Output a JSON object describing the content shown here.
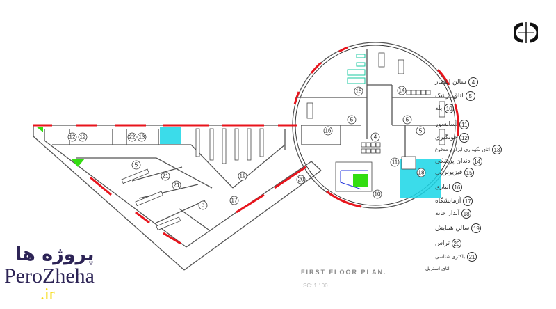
{
  "plan": {
    "title": "FIRST FLOOR PLAN.",
    "scale": "SC: 1.100",
    "labels": [
      "4",
      "5",
      "5",
      "5",
      "14",
      "15",
      "16",
      "11",
      "18",
      "10",
      "12",
      "12",
      "22",
      "13",
      "5",
      "21",
      "21",
      "3",
      "19",
      "17",
      "20"
    ]
  },
  "legend": [
    {
      "num": "4",
      "label": "سالن انتظار"
    },
    {
      "num": "5",
      "label": "اتاق پزشک"
    },
    {
      "num": "10",
      "label": "پله"
    },
    {
      "num": "11",
      "label": "آسانسور"
    },
    {
      "num": "12",
      "label": "خونگیری"
    },
    {
      "num": "13",
      "label": "اتاق نگهداری ابزار و مدفوع"
    },
    {
      "num": "14",
      "label": "دندان پزشکی"
    },
    {
      "num": "15",
      "label": "فیزیوتراپی"
    },
    {
      "num": "16",
      "label": "انباری"
    },
    {
      "num": "17",
      "label": "آزمایشگاه"
    },
    {
      "num": "18",
      "label": "آبدار خانه"
    },
    {
      "num": "19",
      "label": "سالن همایش"
    },
    {
      "num": "20",
      "label": "تراس"
    },
    {
      "num": "21",
      "label": "باکتری شناسی"
    },
    {
      "num": "",
      "label": "اتاق استریل"
    }
  ],
  "watermark": {
    "fa": "پروژه ها",
    "en": "PeroZheha",
    ".ir": ".ir"
  },
  "colors": {
    "window": "#e8141c",
    "wall": "#555555",
    "pantry": "#19d6e6",
    "plant": "#33dd11",
    "watermark": "#2d2456",
    "accent": "#f5d90a"
  }
}
